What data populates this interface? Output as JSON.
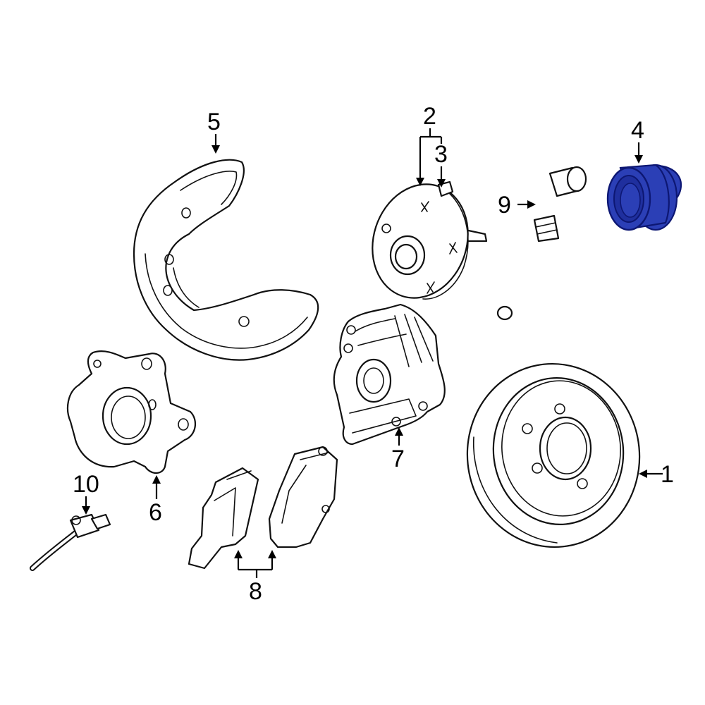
{
  "colors": {
    "line": "#111111",
    "background": "#ffffff",
    "highlight_fill": "#2b3fb6",
    "highlight_stroke": "#0d1773"
  },
  "highlighted_part": "4",
  "callouts": {
    "c1": "1",
    "c2": "2",
    "c3": "3",
    "c4": "4",
    "c5": "5",
    "c6": "6",
    "c7": "7",
    "c8": "8",
    "c9": "9",
    "c10": "10"
  }
}
